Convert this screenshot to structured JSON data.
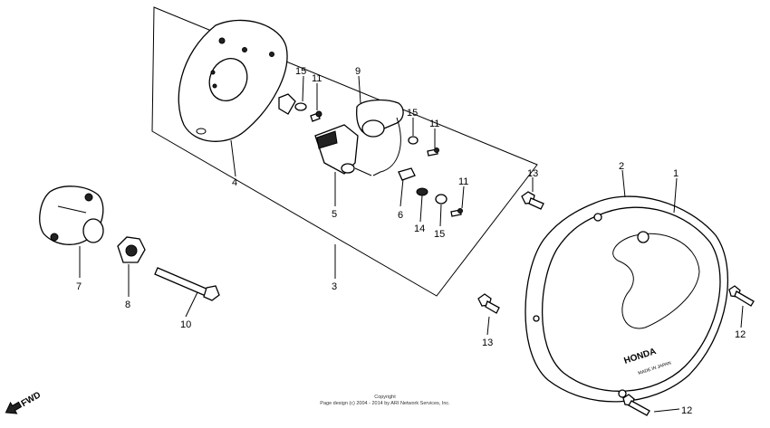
{
  "diagram": {
    "callouts": [
      {
        "id": "c-1",
        "label": "1"
      },
      {
        "id": "c-2",
        "label": "2"
      },
      {
        "id": "c-3",
        "label": "3"
      },
      {
        "id": "c-4",
        "label": "4"
      },
      {
        "id": "c-5",
        "label": "5"
      },
      {
        "id": "c-6",
        "label": "6"
      },
      {
        "id": "c-7",
        "label": "7"
      },
      {
        "id": "c-8",
        "label": "8"
      },
      {
        "id": "c-9",
        "label": "9"
      },
      {
        "id": "c-10",
        "label": "10"
      },
      {
        "id": "c-11a",
        "label": "11"
      },
      {
        "id": "c-11b",
        "label": "11"
      },
      {
        "id": "c-11c",
        "label": "11"
      },
      {
        "id": "c-12a",
        "label": "12"
      },
      {
        "id": "c-12b",
        "label": "12"
      },
      {
        "id": "c-13a",
        "label": "13"
      },
      {
        "id": "c-13b",
        "label": "13"
      },
      {
        "id": "c-14",
        "label": "14"
      },
      {
        "id": "c-15a",
        "label": "15"
      },
      {
        "id": "c-15b",
        "label": "15"
      },
      {
        "id": "c-15c",
        "label": "15"
      }
    ],
    "fwd_label": "FWD",
    "cover_logo": "HONDA",
    "cover_text": "MADE IN JAPAN"
  },
  "footer": {
    "copyright_title": "Copyright",
    "copyright_line": "Page design (c) 2004 - 2014 by ARI Network Services, Inc."
  }
}
